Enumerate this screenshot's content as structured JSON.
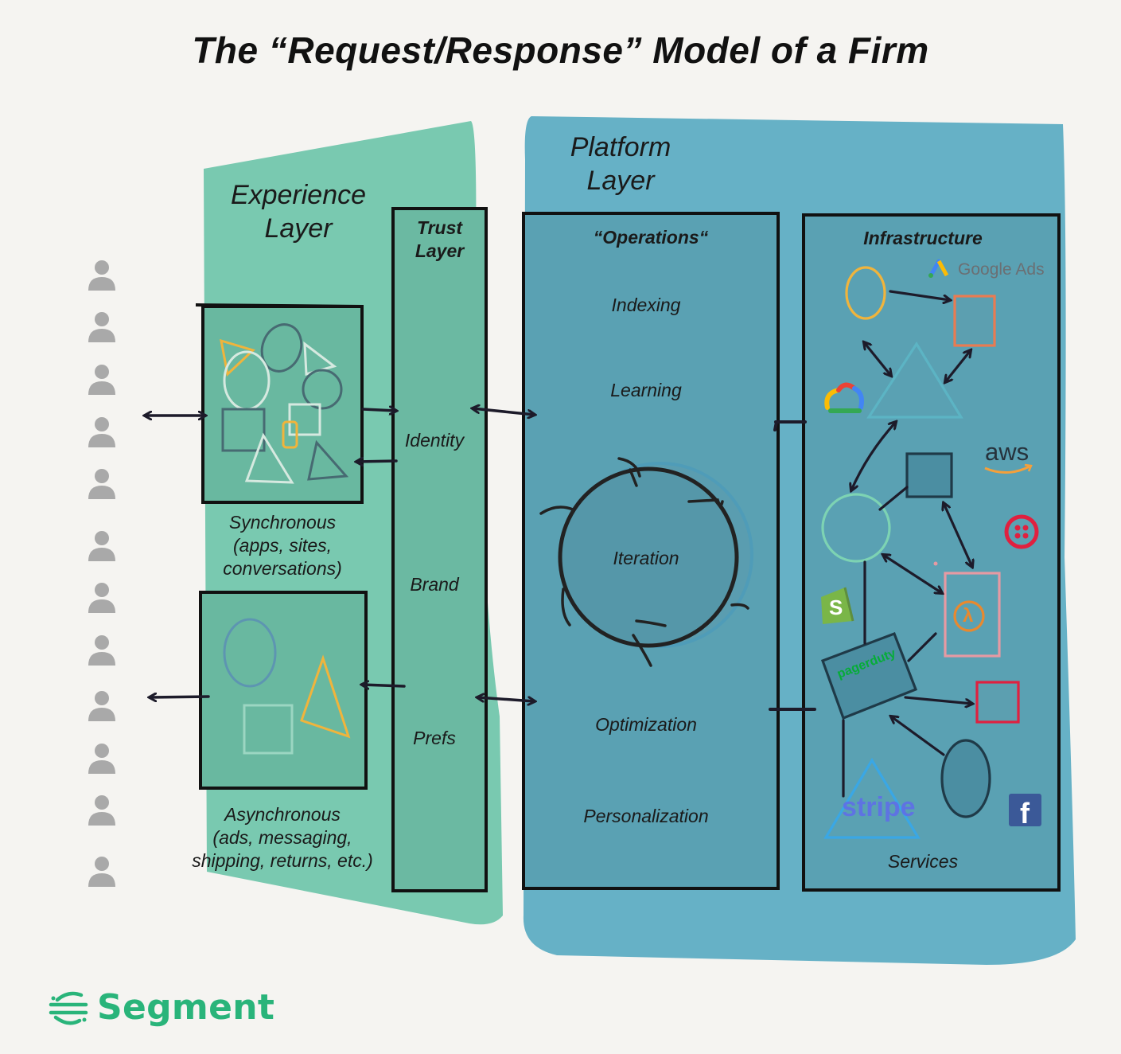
{
  "title": "The “Request/Response” Model of a Firm",
  "experience": {
    "title_line1": "Experience",
    "title_line2": "Layer",
    "sync_lines": [
      "Synchronous",
      "(apps, sites,",
      "conversations)"
    ],
    "async_lines": [
      "Asynchronous",
      "(ads, messaging,",
      "shipping, returns, etc.)"
    ]
  },
  "trust": {
    "title_line1": "Trust",
    "title_line2": "Layer",
    "items": [
      "Identity",
      "Brand",
      "Prefs"
    ]
  },
  "platform": {
    "title_line1": "Platform",
    "title_line2": "Layer"
  },
  "operations": {
    "title": "“Operations“",
    "items": [
      "Indexing",
      "Learning",
      "Iteration",
      "Optimization",
      "Personalization"
    ]
  },
  "infrastructure": {
    "title": "Infrastructure",
    "footer": "Services",
    "brands": {
      "google_ads": "Google Ads",
      "aws": "aws",
      "pagerduty": "pagerduty",
      "stripe": "stripe",
      "facebook": "f",
      "shopify": "S",
      "lambda": "λ"
    }
  },
  "users": {
    "count": 12,
    "icon": "user-icon"
  },
  "logo": {
    "text": "Segment",
    "icon": "segment-logo-icon"
  },
  "colors": {
    "background": "#f5f4f1",
    "experience_green": "#79c9b0",
    "box_green": "#69b8a0",
    "platform_blue": "#66b1c6",
    "box_blue": "#5aa1b3",
    "segment_green": "#29b47a",
    "outline": "#111111"
  }
}
